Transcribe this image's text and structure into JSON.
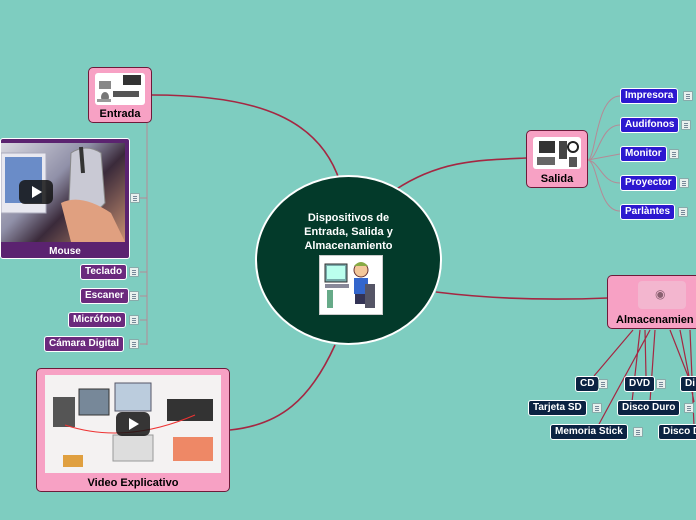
{
  "center": {
    "title": "Dispositivos de\nEntrada, Salida y\nAlmacenamiento",
    "image_icon": "person-at-computer-icon"
  },
  "entrada": {
    "label": "Entrada",
    "video_label": "Mouse",
    "items": [
      "Teclado",
      "Escaner",
      "Micrófono",
      "Cámara Digital"
    ]
  },
  "salida": {
    "label": "Salida",
    "items": [
      "Impresora",
      "Audifonos",
      "Monitor",
      "Proyector",
      "Parlàntes"
    ]
  },
  "almacenamiento": {
    "label": "Almacenamien",
    "items": [
      "CD",
      "DVD",
      "Di",
      "Tarjeta SD",
      "Disco Duro",
      "Memoria Stick",
      "Disco D"
    ]
  },
  "video_explicativo": {
    "label": "Video Explicativo"
  },
  "colors": {
    "background": "#7ecdc0",
    "center": "#033a2a",
    "connector": "#a52742",
    "pink_node": "#f7a1c4"
  }
}
